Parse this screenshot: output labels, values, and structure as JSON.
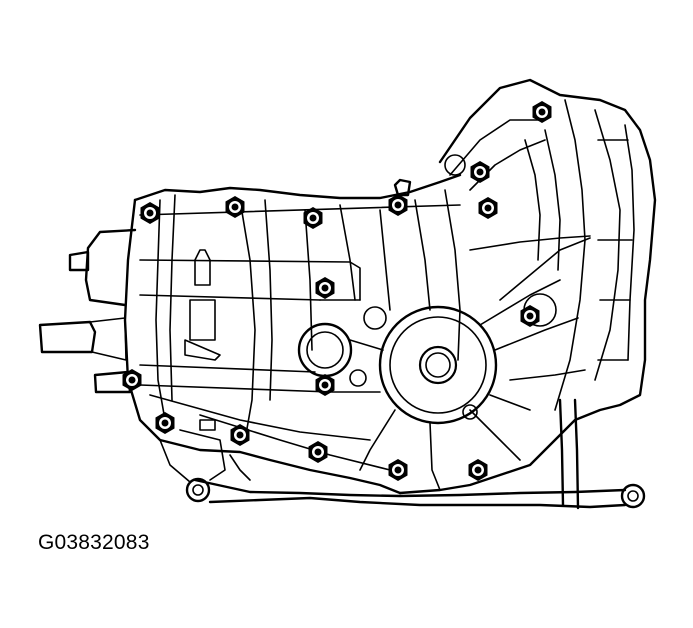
{
  "figure": {
    "id_label": "G03832083",
    "subject": "transmission-case-bolt-locations",
    "bolt_count": 16,
    "colors": {
      "line": "#000000",
      "background": "#ffffff"
    }
  }
}
